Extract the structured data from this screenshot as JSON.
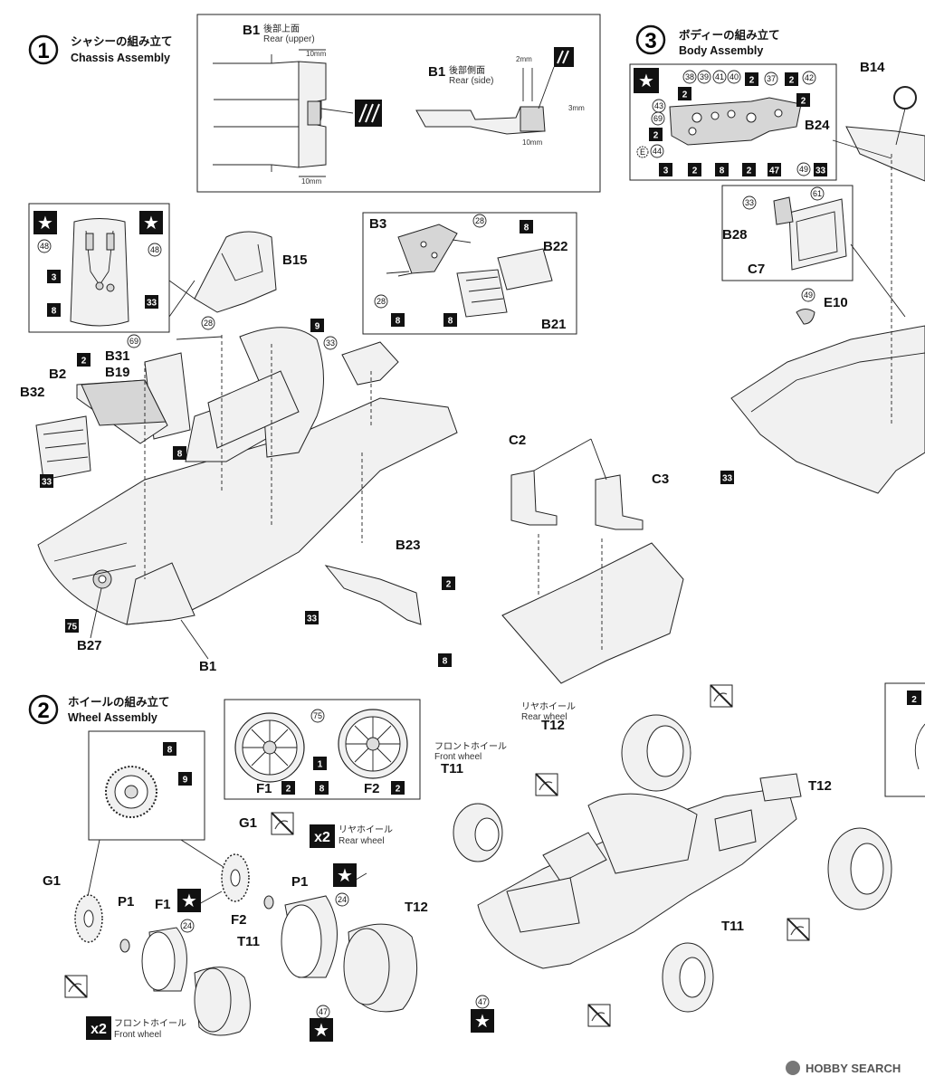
{
  "sections": {
    "s1": {
      "num": "1",
      "jp": "シャシーの組み立て",
      "en": "Chassis Assembly"
    },
    "s2": {
      "num": "2",
      "jp": "ホイールの組み立て",
      "en": "Wheel Assembly"
    },
    "s3": {
      "num": "3",
      "jp": "ボディーの組み立て",
      "en": "Body Assembly"
    }
  },
  "detail_top": {
    "b1_upper_code": "B1",
    "b1_upper_jp": "後部上面",
    "b1_upper_en": "Rear (upper)",
    "b1_side_code": "B1",
    "b1_side_jp": "後部側面",
    "b1_side_en": "Rear (side)",
    "dims": {
      "d1": "10mm",
      "d2": "10mm",
      "d3": "2mm",
      "d4": "3mm",
      "d5": "10mm"
    }
  },
  "parts": {
    "B1": "B1",
    "B2": "B2",
    "B3": "B3",
    "B14": "B14",
    "B15": "B15",
    "B19": "B19",
    "B21": "B21",
    "B22": "B22",
    "B23": "B23",
    "B24": "B24",
    "B27": "B27",
    "B28": "B28",
    "B31": "B31",
    "B32": "B32",
    "C2": "C2",
    "C3": "C3",
    "C7": "C7",
    "E10": "E10",
    "F1": "F1",
    "F2": "F2",
    "G1": "G1",
    "P1": "P1",
    "T11": "T11",
    "T12": "T12"
  },
  "colors": {
    "c2": "2",
    "c3": "3",
    "c8": "8",
    "c9": "9",
    "c1": "1",
    "c47": "47",
    "c33": "33",
    "c75": "75"
  },
  "decals": {
    "d24": "24",
    "d28": "28",
    "d33": "33",
    "d37": "37",
    "d38": "38",
    "d39": "39",
    "d40": "40",
    "d41": "41",
    "d42": "42",
    "d43": "43",
    "d44": "44",
    "d47": "47",
    "d48": "48",
    "d49": "49",
    "d61": "61",
    "d69": "69",
    "d75": "75"
  },
  "wheel_labels": {
    "rear_jp": "リヤホイール",
    "rear_en": "Rear wheel",
    "front_jp": "フロントホイール",
    "front_en": "Front wheel",
    "x2": "x2",
    "x2_rear_jp": "リヤホイール",
    "x2_rear_en": "Rear wheel",
    "x2_front_jp": "フロントホイール",
    "x2_front_en": "Front wheel"
  },
  "misc": {
    "e_mark": "E",
    "star": "★"
  },
  "watermark": "HOBBY SEARCH"
}
